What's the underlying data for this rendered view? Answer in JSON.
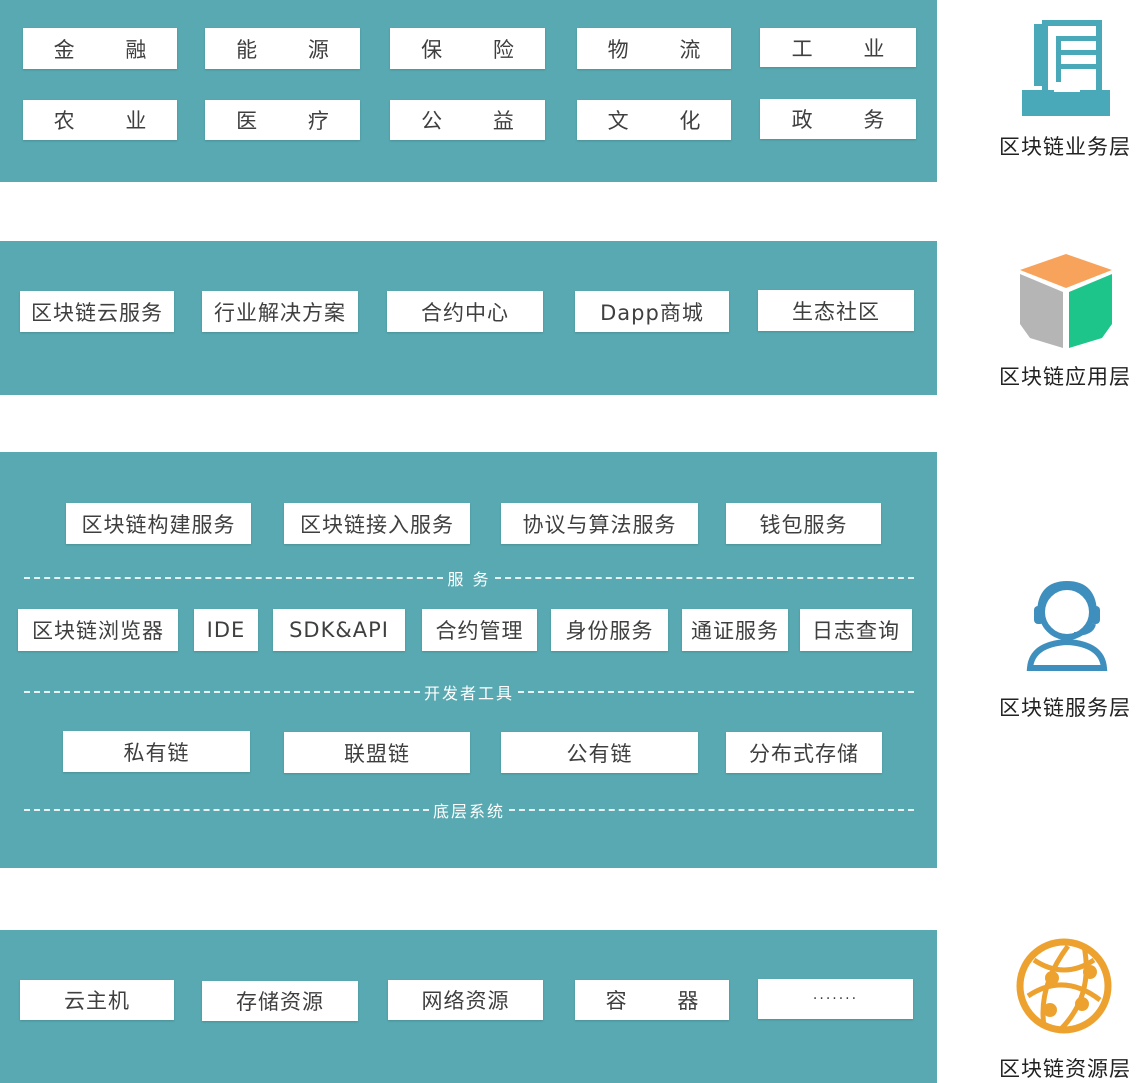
{
  "layers": [
    {
      "label": "区块链业务层",
      "icon": "document-icon",
      "items": [
        "金 融",
        "能 源",
        "保 险",
        "物 流",
        "工 业",
        "农 业",
        "医 疗",
        "公 益",
        "文 化",
        "政 务"
      ]
    },
    {
      "label": "区块链应用层",
      "icon": "cube-icon",
      "items": [
        "区块链云服务",
        "行业解决方案",
        "合约中心",
        "Dapp商城",
        "生态社区"
      ]
    },
    {
      "label": "区块链服务层",
      "icon": "headset-person-icon",
      "groups": [
        {
          "title": "服 务",
          "items": [
            "区块链构建服务",
            "区块链接入服务",
            "协议与算法服务",
            "钱包服务"
          ]
        },
        {
          "title": "开发者工具",
          "items": [
            "区块链浏览器",
            "IDE",
            "SDK&API",
            "合约管理",
            "身份服务",
            "通证服务",
            "日志查询"
          ]
        },
        {
          "title": "底层系统",
          "items": [
            "私有链",
            "联盟链",
            "公有链",
            "分布式存储"
          ]
        }
      ]
    },
    {
      "label": "区块链资源层",
      "icon": "globe-network-icon",
      "items": [
        "云主机",
        "存储资源",
        "网络资源",
        "容 器",
        "·······"
      ]
    }
  ],
  "colors": {
    "band": "#58a9b1",
    "icon_teal": "#4aa9b8",
    "icon_orange": "#f7a35c",
    "icon_green": "#1ec58a",
    "icon_gray": "#b5b5b5",
    "globe_orange": "#eda230"
  }
}
